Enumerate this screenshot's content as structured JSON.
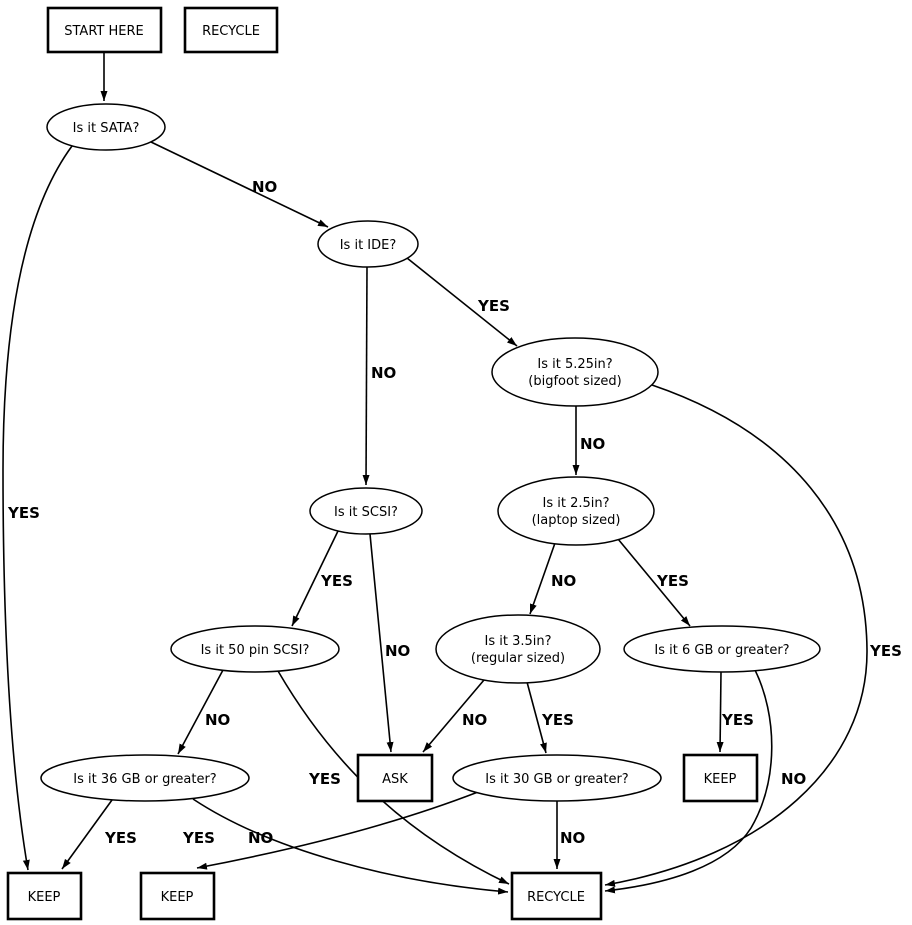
{
  "diagram": {
    "type": "flowchart",
    "colors": {
      "stroke": "#000000",
      "node_fill": "#ffffff",
      "background": "#ffffff"
    }
  },
  "nodes": {
    "start": {
      "label": "START HERE"
    },
    "recycle_top": {
      "label": "RECYCLE"
    },
    "sata": {
      "label": "Is it SATA?"
    },
    "ide": {
      "label": "Is it IDE?"
    },
    "bigfoot": {
      "line1": "Is it 5.25in?",
      "line2": "(bigfoot sized)"
    },
    "scsi": {
      "label": "Is it SCSI?"
    },
    "laptop": {
      "line1": "Is it 2.5in?",
      "line2": "(laptop sized)"
    },
    "scsi50": {
      "label": "Is it 50 pin SCSI?"
    },
    "regular": {
      "line1": "Is it 3.5in?",
      "line2": "(regular sized)"
    },
    "gb6": {
      "label": "Is it 6 GB or greater?"
    },
    "ask": {
      "label": "ASK"
    },
    "gb36": {
      "label": "Is it 36 GB or greater?"
    },
    "gb30": {
      "label": "Is it 30 GB or greater?"
    },
    "keep_right": {
      "label": "KEEP"
    },
    "keep_left": {
      "label": "KEEP"
    },
    "keep_mid": {
      "label": "KEEP"
    },
    "recycle_bottom": {
      "label": "RECYCLE"
    }
  },
  "edges": {
    "start_sata": {
      "from": "start",
      "to": "sata",
      "label": ""
    },
    "sata_ide": {
      "from": "sata",
      "to": "ide",
      "label": "NO"
    },
    "sata_keep_left": {
      "from": "sata",
      "to": "keep_left",
      "label": "YES"
    },
    "ide_scsi": {
      "from": "ide",
      "to": "scsi",
      "label": "NO"
    },
    "ide_bigfoot": {
      "from": "ide",
      "to": "bigfoot",
      "label": "YES"
    },
    "bigfoot_laptop": {
      "from": "bigfoot",
      "to": "laptop",
      "label": "NO"
    },
    "bigfoot_recycle": {
      "from": "bigfoot",
      "to": "recycle_bottom",
      "label": "YES"
    },
    "scsi_scsi50": {
      "from": "scsi",
      "to": "scsi50",
      "label": "YES"
    },
    "scsi_ask": {
      "from": "scsi",
      "to": "ask",
      "label": "NO"
    },
    "laptop_regular": {
      "from": "laptop",
      "to": "regular",
      "label": "NO"
    },
    "laptop_gb6": {
      "from": "laptop",
      "to": "gb6",
      "label": "YES"
    },
    "scsi50_gb36": {
      "from": "scsi50",
      "to": "gb36",
      "label": "NO"
    },
    "scsi50_recycle": {
      "from": "scsi50",
      "to": "recycle_bottom",
      "label": "YES"
    },
    "regular_ask": {
      "from": "regular",
      "to": "ask",
      "label": "NO"
    },
    "regular_gb30": {
      "from": "regular",
      "to": "gb30",
      "label": "YES"
    },
    "gb6_keep_right": {
      "from": "gb6",
      "to": "keep_right",
      "label": "YES"
    },
    "gb6_recycle": {
      "from": "gb6",
      "to": "recycle_bottom",
      "label": "NO"
    },
    "gb36_keep_left": {
      "from": "gb36",
      "to": "keep_left",
      "label": "YES"
    },
    "gb36_recycle": {
      "from": "gb36",
      "to": "recycle_bottom",
      "label": "NO"
    },
    "gb30_keep_mid": {
      "from": "gb30",
      "to": "keep_mid",
      "label": "YES"
    },
    "gb30_recycle": {
      "from": "gb30",
      "to": "recycle_bottom",
      "label": "NO"
    }
  }
}
